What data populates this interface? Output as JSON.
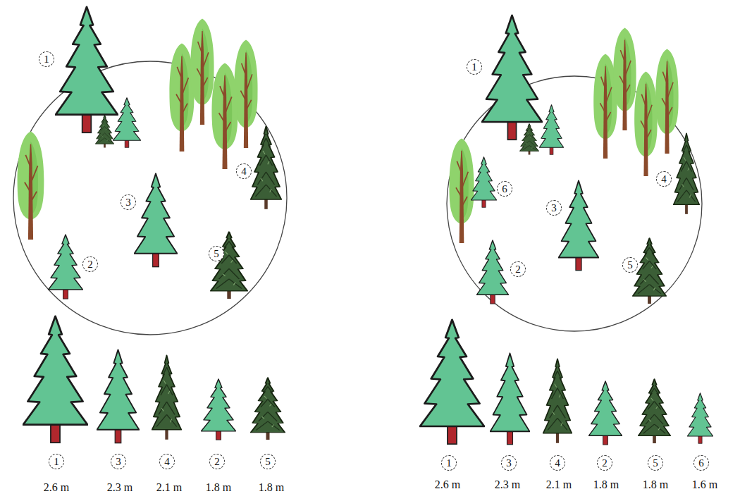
{
  "diagram": {
    "labels": [
      "1",
      "4",
      "3",
      "2",
      "5",
      "1",
      "3",
      "4",
      "2",
      "5",
      "2.6 m",
      "2.3 m",
      "2.1 m",
      "1.8 m",
      "1.8 m",
      "1",
      "4",
      "6",
      "3",
      "2",
      "5",
      "1",
      "3",
      "4",
      "2",
      "5",
      "6",
      "2.6 m",
      "2.3 m",
      "2.1 m",
      "1.8 m",
      "1.8 m",
      "1.6 m"
    ]
  }
}
